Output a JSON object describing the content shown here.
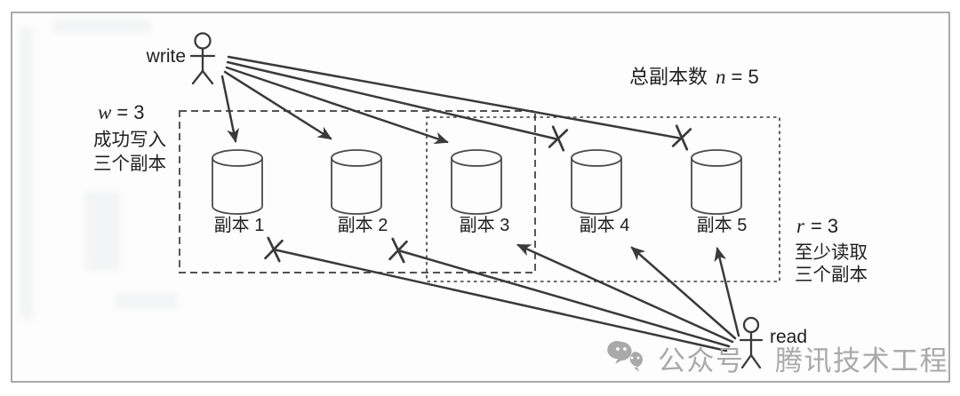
{
  "colors": {
    "line": "#3a3a3a",
    "cylinder_stroke": "#4a4a4a",
    "text": "#1f1f1f",
    "border": "#8f8f8f",
    "watermark": "#a9a9a9",
    "background": "#fdfdfd"
  },
  "actors": {
    "write_label": "write",
    "read_label": "read"
  },
  "total_replicas": {
    "prefix": "总副本数",
    "var": "n",
    "eq": "= 5"
  },
  "write_quorum": {
    "var": "w",
    "eq": "= 3",
    "desc_line1": "成功写入",
    "desc_line2": "三个副本"
  },
  "read_quorum": {
    "var": "r",
    "eq": "= 3",
    "desc_line1": "至少读取",
    "desc_line2": "三个副本"
  },
  "replicas": [
    {
      "label": "副本 1",
      "write": "success",
      "read": "failed"
    },
    {
      "label": "副本 2",
      "write": "success",
      "read": "failed"
    },
    {
      "label": "副本 3",
      "write": "success",
      "read": "success"
    },
    {
      "label": "副本 4",
      "write": "failed",
      "read": "success"
    },
    {
      "label": "副本 5",
      "write": "failed",
      "read": "success"
    }
  ],
  "watermark": {
    "left": "公众号",
    "right": "腾讯技术工程",
    "icon": "wechat-icon"
  }
}
